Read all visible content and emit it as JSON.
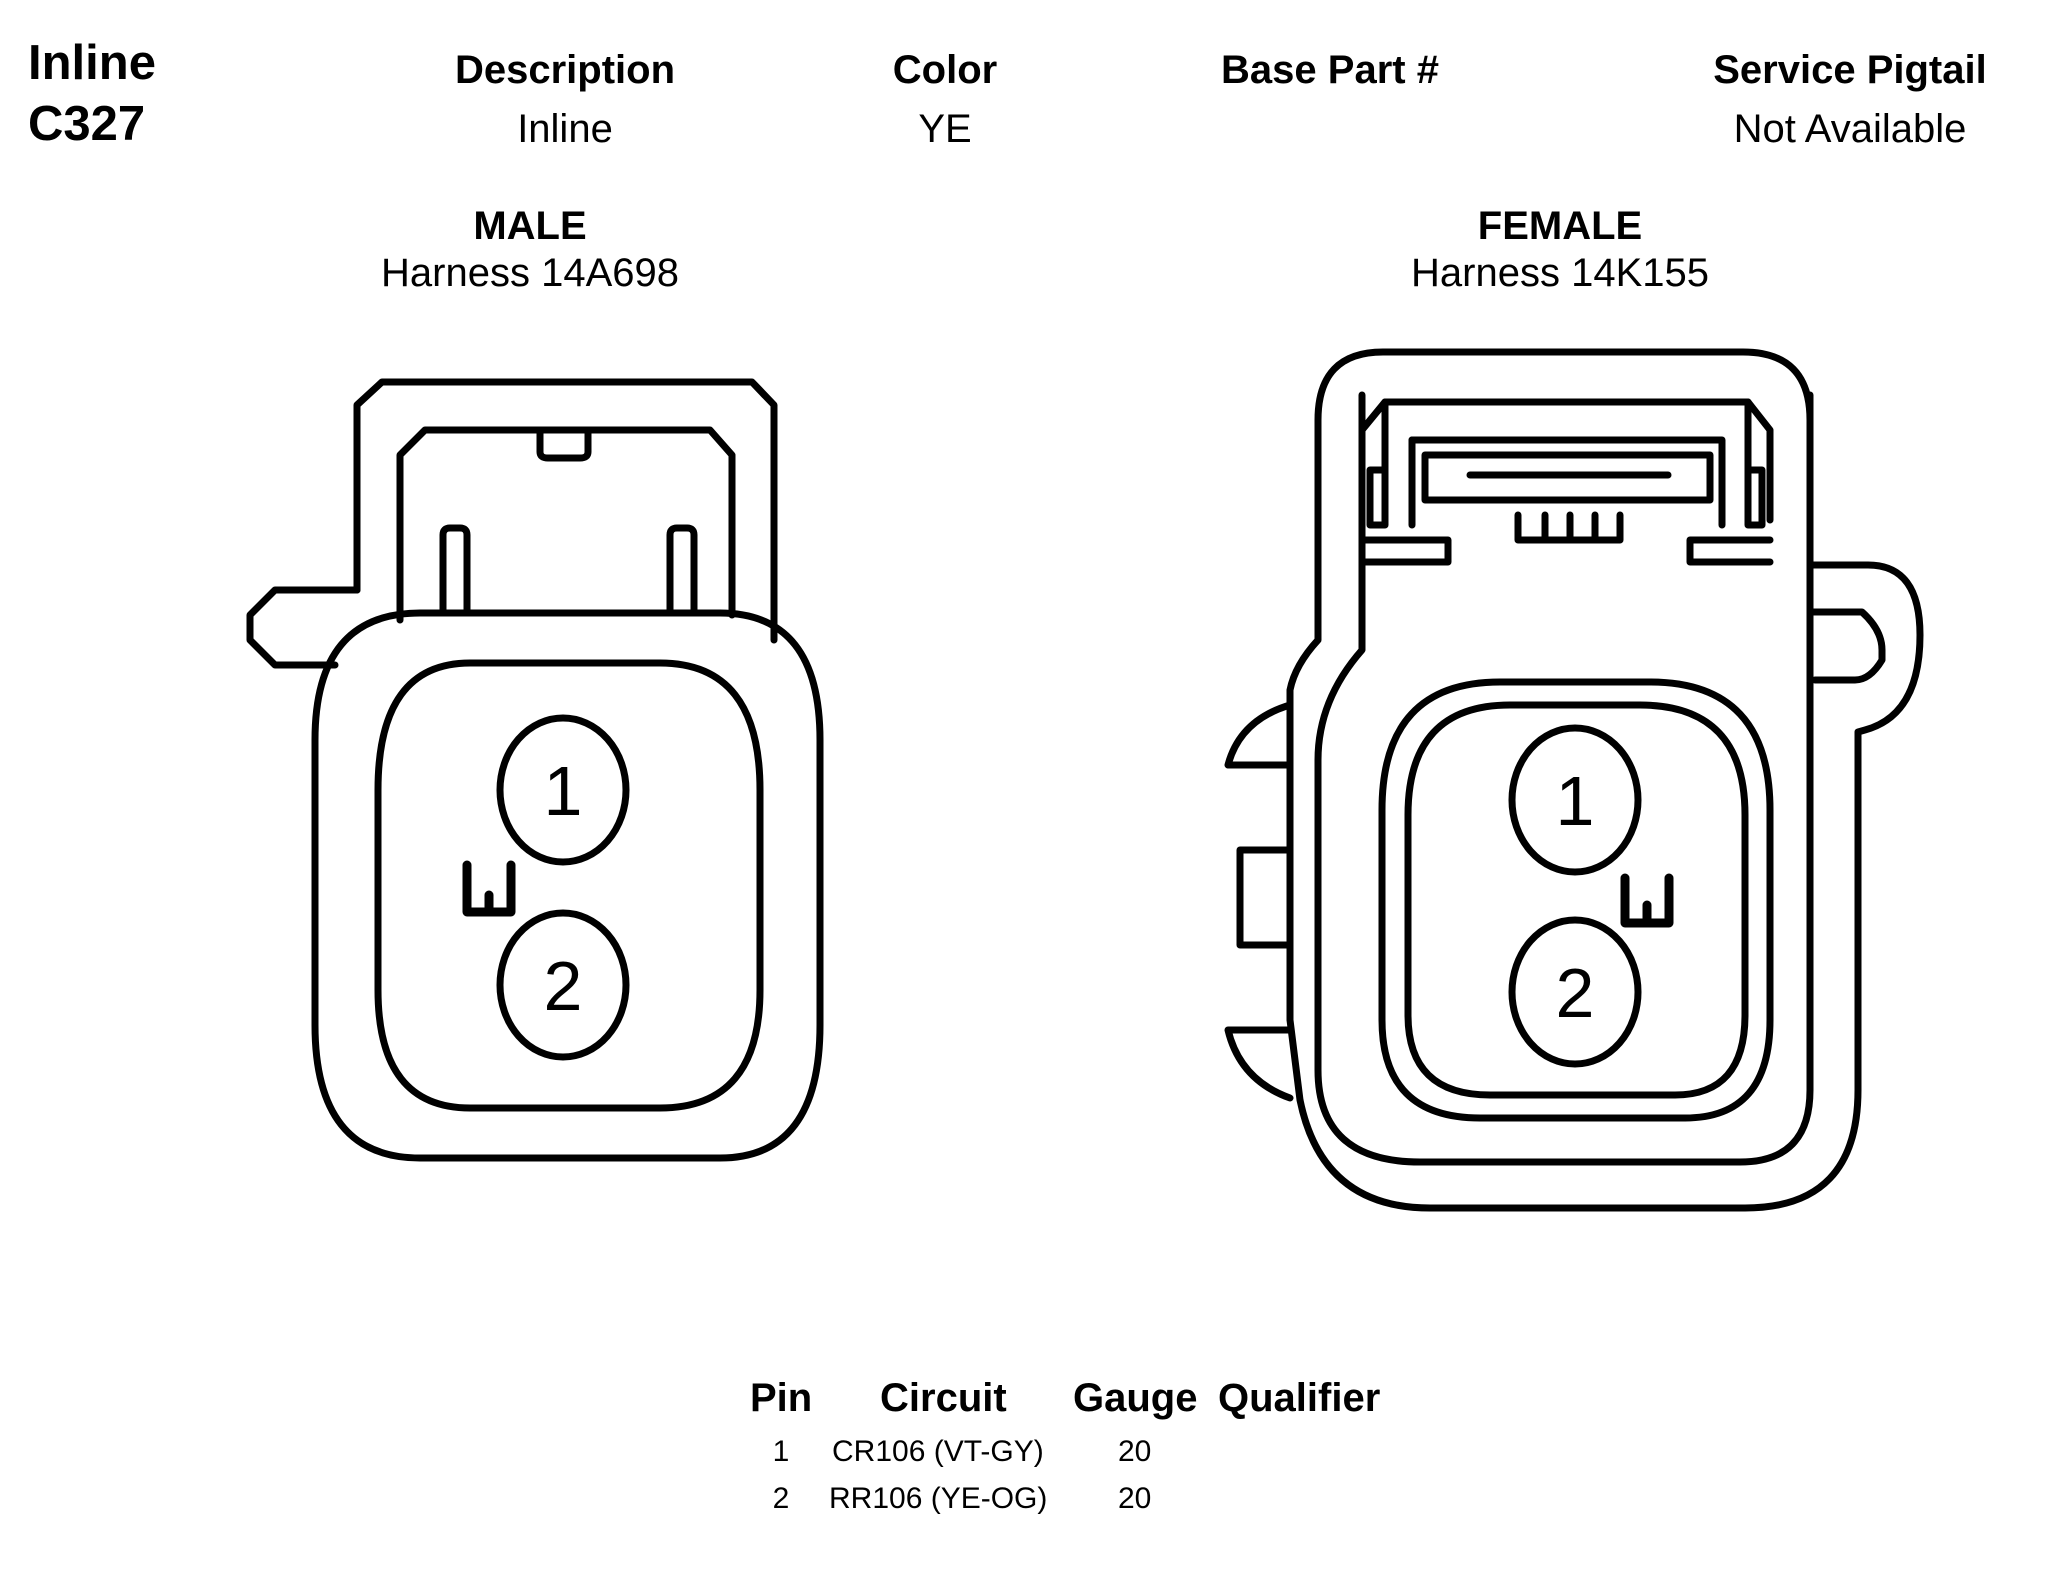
{
  "connector": {
    "type": "Inline",
    "id": "C327"
  },
  "header": {
    "description_label": "Description",
    "description_value": "Inline",
    "color_label": "Color",
    "color_value": "YE",
    "base_part_label": "Base Part #",
    "base_part_value": "",
    "pigtail_label": "Service Pigtail",
    "pigtail_value": "Not Available"
  },
  "male": {
    "label": "MALE",
    "harness": "Harness  14A698",
    "pins": [
      "1",
      "2"
    ]
  },
  "female": {
    "label": "FEMALE",
    "harness": "Harness  14K155",
    "pins": [
      "1",
      "2"
    ]
  },
  "pin_table": {
    "headers": {
      "pin": "Pin",
      "circuit": "Circuit",
      "gauge": "Gauge",
      "qualifier": "Qualifier"
    },
    "rows": [
      {
        "pin": "1",
        "circuit": "CR106 (VT-GY)",
        "gauge": "20",
        "qualifier": ""
      },
      {
        "pin": "2",
        "circuit": "RR106 (YE-OG)",
        "gauge": "20",
        "qualifier": ""
      }
    ]
  }
}
